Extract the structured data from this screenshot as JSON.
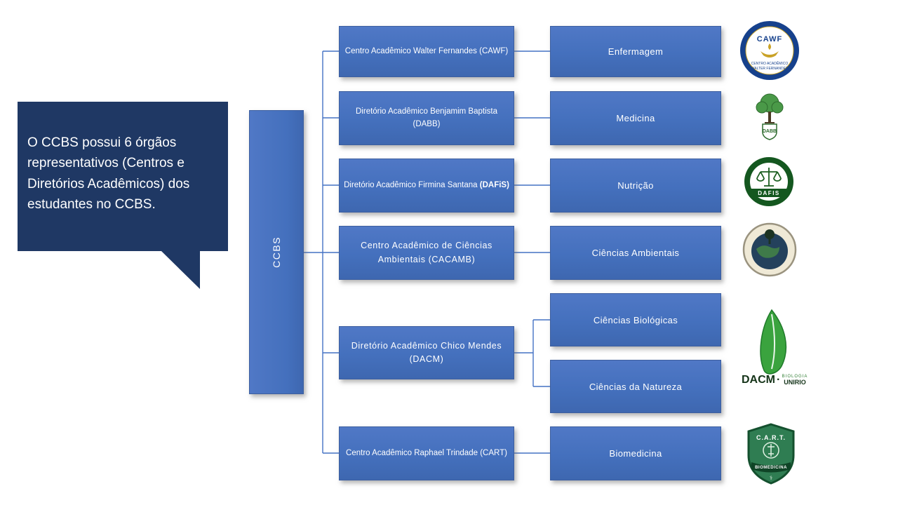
{
  "callout": {
    "text": "O CCBS possui 6 órgãos representativos (Centros e Diretórios Acadêmicos) dos estudantes no CCBS."
  },
  "root": {
    "label": "CCBS"
  },
  "orgs": [
    {
      "name": "Centro Acadêmico Walter Fernandes (CAWF)"
    },
    {
      "name": "Diretório Acadêmico Benjamim Baptista (DABB)"
    },
    {
      "name": "Diretório Acadêmico Firmina Santana ",
      "bold": "(DAFiS)"
    },
    {
      "name": "Centro Acadêmico de Ciências Ambientais (CACAMB)"
    },
    {
      "name": "Diretório Acadêmico Chico Mendes (DACM)"
    },
    {
      "name": "Centro Acadêmico Raphael Trindade (CART)"
    }
  ],
  "courses": [
    {
      "name": "Enfermagem"
    },
    {
      "name": "Medicina"
    },
    {
      "name": "Nutrição"
    },
    {
      "name": "Ciências Ambientais"
    },
    {
      "name": "Ciências Biológicas"
    },
    {
      "name": "Ciências da Natureza"
    },
    {
      "name": "Biomedicina"
    }
  ],
  "logos": {
    "cawf": {
      "abbr": "CAWF",
      "line1": "CENTRO ACADÊMICO",
      "line2": "WALTER FERNANDES"
    },
    "dabb": {
      "abbr": "DABB"
    },
    "dafis": {
      "abbr": "DAFIS"
    },
    "dacm": {
      "abbr": "DACM",
      "sep": "·",
      "top": "BIOLOGIA",
      "bottom": "UNIRIO"
    },
    "cart": {
      "abbr": "C.A.R.T.",
      "caption": "BIOMEDICINA",
      "symbol": "⚕"
    }
  },
  "colors": {
    "box_blue": "#4472c4",
    "callout_navy": "#1f3864",
    "connector_blue": "#4472c4",
    "logo_green": "#2e7d32"
  }
}
